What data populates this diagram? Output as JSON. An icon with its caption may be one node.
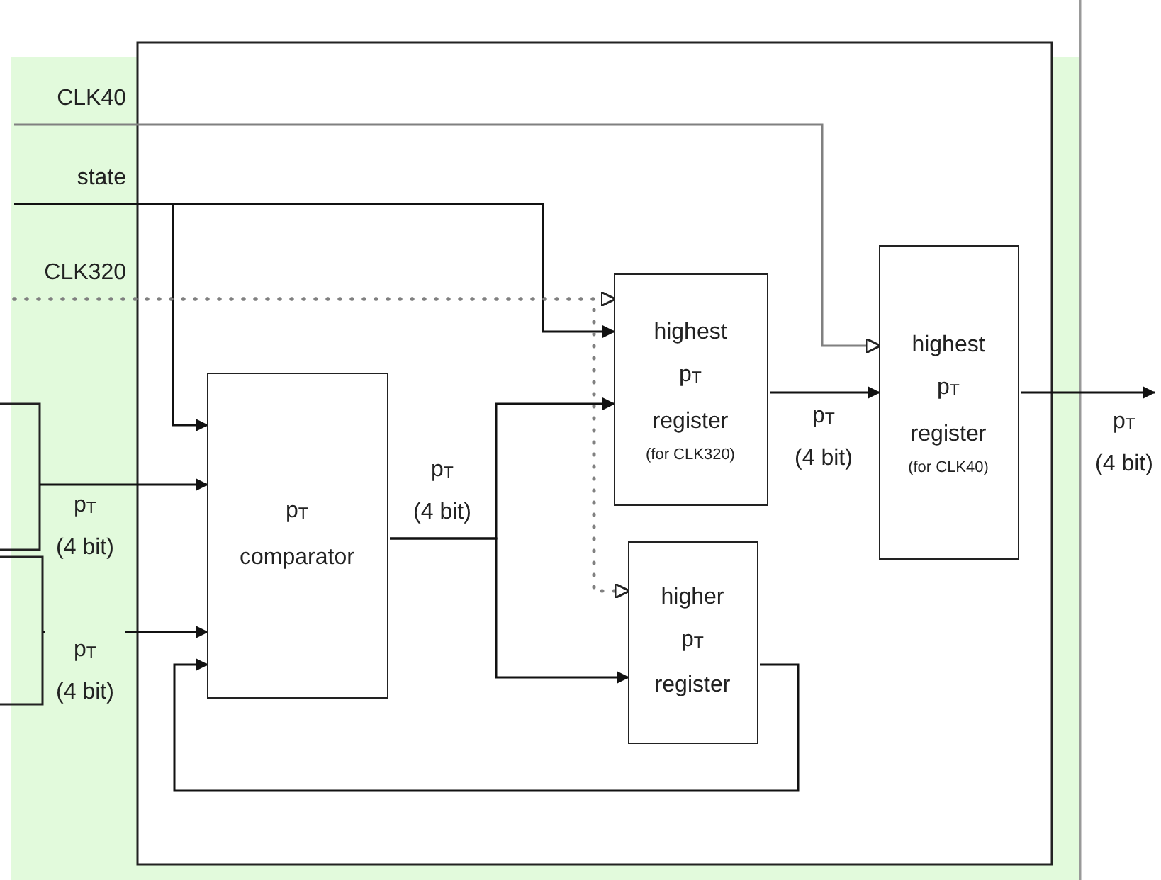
{
  "diagram": {
    "nodes": [
      {
        "text": [],
        "shape": "box"
      },
      {
        "text": [
          "CLK40"
        ]
      },
      {
        "text": [
          "state"
        ]
      },
      {
        "text": [
          "CLK320"
        ]
      },
      {
        "text": [
          "p$_{T}$ comparator"
        ],
        "in": 0
      },
      {
        "text": [
          "highest p$_{T}$ register",
          "(for CLK320)"
        ],
        "in": 0
      },
      {
        "text": [
          "highest p$_{T}$ register",
          "(for CLK40)"
        ],
        "in": 0
      },
      {
        "text": [
          "higher p$_{T}$ register"
        ],
        "in": 0
      },
      {
        "text": [],
        "shape": "box"
      },
      {
        "text": [],
        "shape": "box"
      }
    ],
    "edges": [
      {
        "from": 1,
        "to": 6,
        "arrow": "to",
        "color": "#808080"
      },
      {
        "from": 2,
        "to": 4,
        "arrow": "to"
      },
      {
        "from": 2,
        "to": 5,
        "arrow": "to"
      },
      {
        "from": 3,
        "to": 5,
        "arrow": "to",
        "style": "dashed",
        "color": "#808080"
      },
      {
        "from": 3,
        "to": 7,
        "arrow": "to",
        "style": "dashed",
        "color": "#808080"
      },
      {
        "from": 8,
        "to": 4,
        "arrow": "to",
        "label": "p$_{T}$ (4 bit)"
      },
      {
        "from": 9,
        "to": 4,
        "arrow": "to",
        "label": "p$_{T}$ (4 bit)"
      },
      {
        "from": 4,
        "to": 5,
        "arrow": "to",
        "label": "p$_{T}$ (4 bit)"
      },
      {
        "from": 4,
        "to": 7,
        "arrow": "to"
      },
      {
        "from": 5,
        "to": 6,
        "arrow": "to",
        "label": "p$_{T}$ (4 bit)"
      },
      {
        "from": 6,
        "to": null,
        "arrow": "to",
        "label": "p$_{T}$ (4 bit)"
      },
      {
        "from": 7,
        "to": 4,
        "arrow": "to"
      }
    ]
  }
}
